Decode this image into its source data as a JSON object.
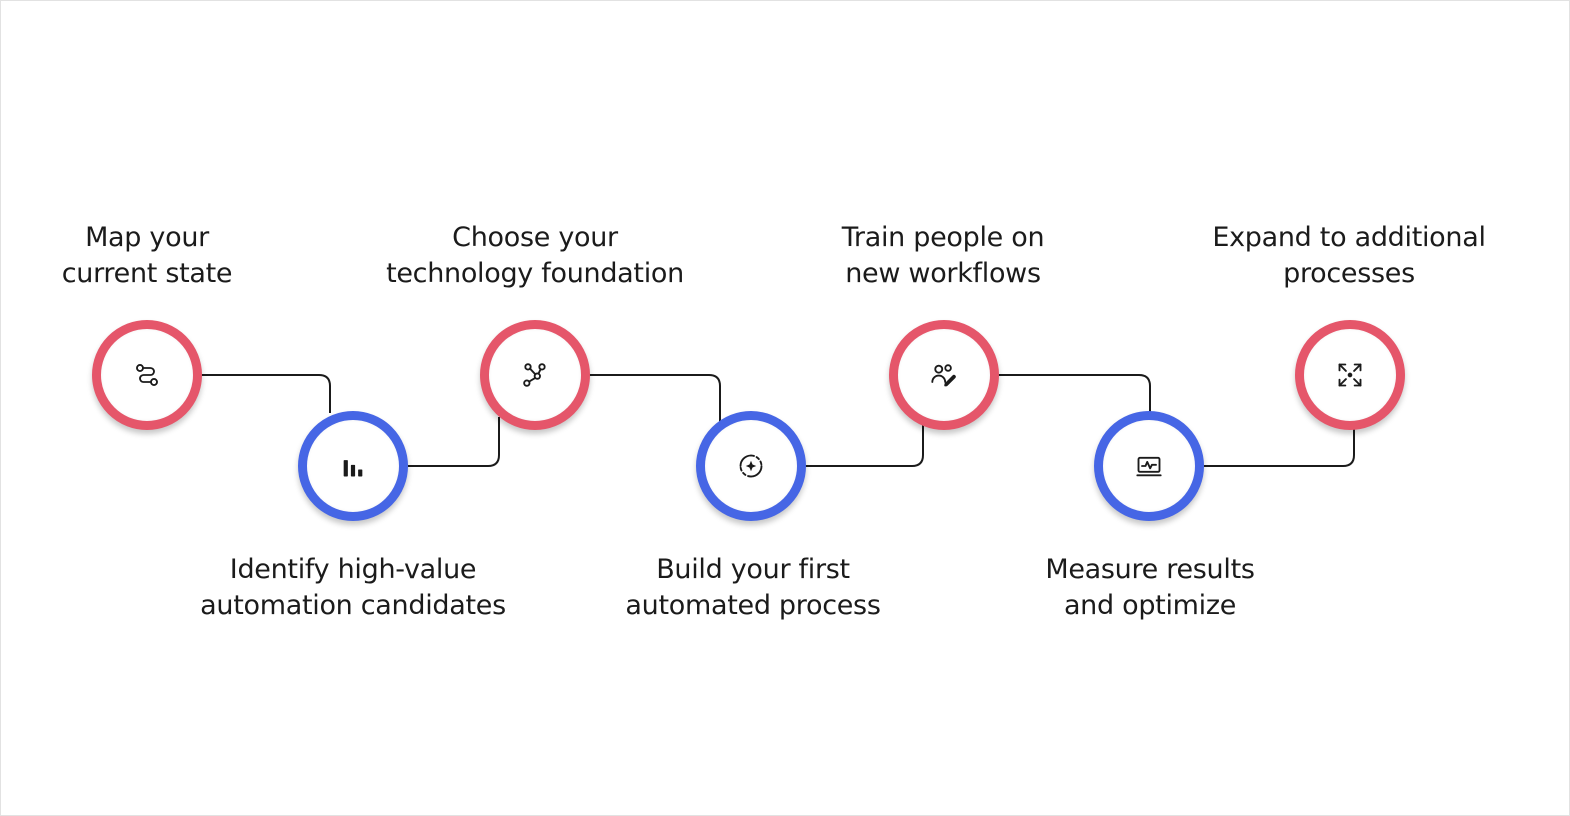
{
  "steps": [
    {
      "lines": [
        "Map your",
        "current state"
      ],
      "color": "#e5566a",
      "icon": "route-icon"
    },
    {
      "lines": [
        "Identify high-value",
        "automation candidates"
      ],
      "color": "#4666e5",
      "icon": "bar-chart-icon"
    },
    {
      "lines": [
        "Choose your",
        "technology foundation"
      ],
      "color": "#e5566a",
      "icon": "connection-nodes-icon"
    },
    {
      "lines": [
        "Build your first",
        "automated process"
      ],
      "color": "#4666e5",
      "icon": "sparkle-cycle-icon"
    },
    {
      "lines": [
        "Train people on",
        "new workflows"
      ],
      "color": "#e5566a",
      "icon": "user-training-icon"
    },
    {
      "lines": [
        "Measure results",
        "and optimize"
      ],
      "color": "#4666e5",
      "icon": "monitor-chart-icon"
    },
    {
      "lines": [
        "Expand to additional",
        "processes"
      ],
      "color": "#e5566a",
      "icon": "expand-arrows-icon"
    }
  ],
  "colors": {
    "accent_red": "#e5566a",
    "accent_blue": "#4666e5",
    "connector": "#1b1b1b",
    "text": "#1b1b1b"
  }
}
